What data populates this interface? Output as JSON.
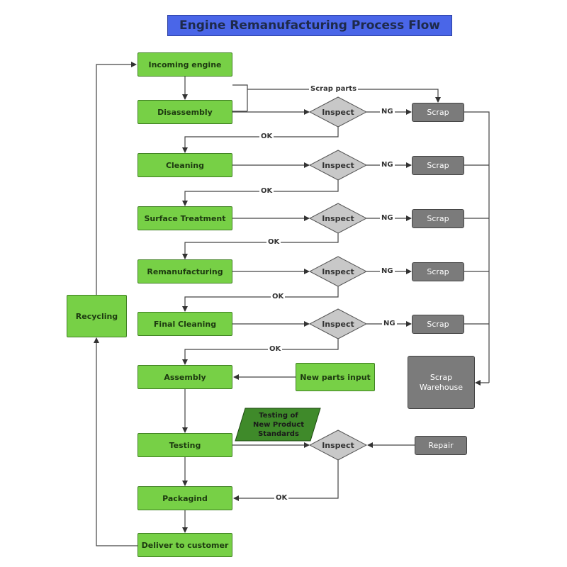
{
  "title": "Engine Remanufacturing Process Flow",
  "steps": {
    "incoming": "Incoming engine",
    "disassembly": "Disassembly",
    "cleaning": "Cleaning",
    "surface": "Surface Treatment",
    "reman": "Remanufacturing",
    "final_cleaning": "Final Cleaning",
    "assembly": "Assembly",
    "testing": "Testing",
    "packaging": "Packagind",
    "deliver": "Deliver to customer",
    "recycling": "Recycling",
    "new_parts": "New parts input"
  },
  "inspect_label": "Inspect",
  "scrap_label": "Scrap",
  "scrap_warehouse": "Scrap\nWarehouse",
  "repair": "Repair",
  "testing_standard": "Testing of\nNew Product\nStandards",
  "labels": {
    "scrap_parts": "Scrap parts",
    "ok": "OK",
    "ng": "NG"
  },
  "colors": {
    "title_bg": "#4a66e8",
    "step_green": "#77d046",
    "standard_green": "#3f8a2a",
    "diamond_gray": "#c8c8c8",
    "scrap_gray": "#7b7b7b"
  }
}
